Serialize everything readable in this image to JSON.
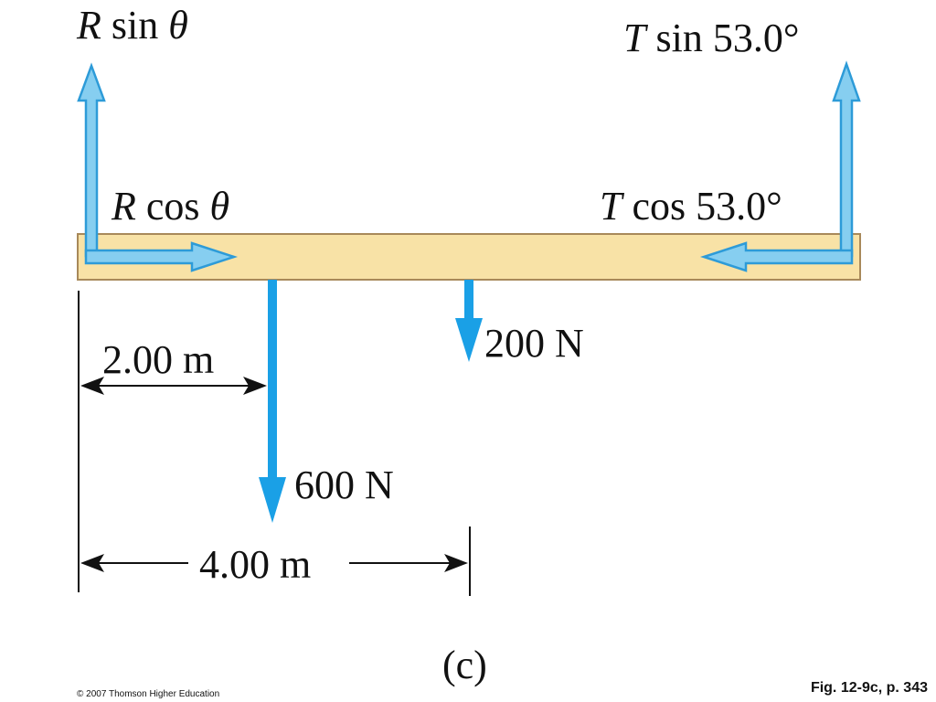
{
  "labels": {
    "r_sin_symbol": "R",
    "r_sin_fn": " sin ",
    "r_sin_var": "θ",
    "t_sin_symbol": "T",
    "t_sin_rest": " sin 53.0°",
    "r_cos_symbol": "R",
    "r_cos_fn": " cos ",
    "r_cos_var": "θ",
    "t_cos_symbol": "T",
    "t_cos_rest": " cos 53.0°",
    "force_200": "200 N",
    "force_600": "600 N",
    "dim_2": "2.00 m",
    "dim_4": "4.00 m",
    "panel": "(c)"
  },
  "footer": {
    "copyright": "© 2007 Thomson Higher Education",
    "figure_ref": "Fig. 12-9c, p. 343"
  },
  "colors": {
    "beam_fill": "#F8E2A6",
    "beam_stroke": "#A8895A",
    "component_arrow": "#86CEF0",
    "component_outline": "#2D9BD8",
    "force_arrow": "#1AA0E6",
    "dimension": "#111111"
  }
}
